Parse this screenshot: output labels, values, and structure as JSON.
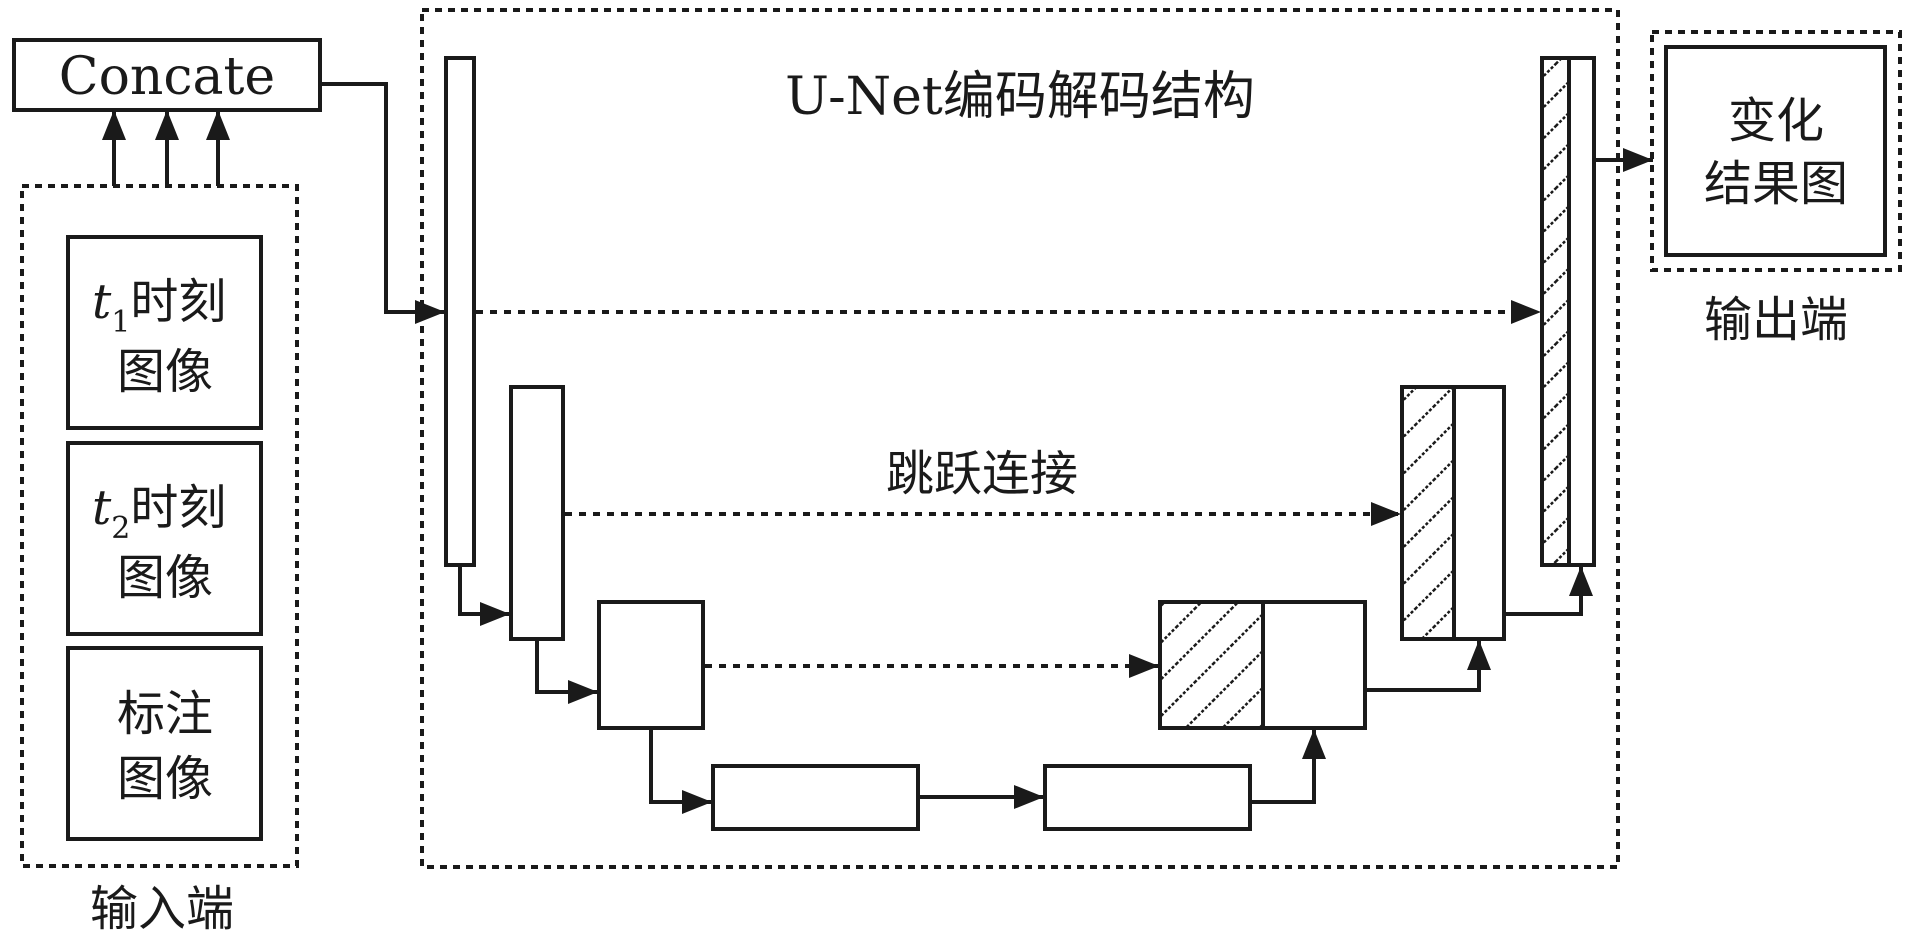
{
  "concat_label": "Concate",
  "unet_title": "U-Net编码解码结构",
  "skip_label": "跳跃连接",
  "input": {
    "section_label": "输入端",
    "image1": {
      "var": "t",
      "sub": "1",
      "line1_suffix": "时刻",
      "line2": "图像"
    },
    "image2": {
      "var": "t",
      "sub": "2",
      "line1_suffix": "时刻",
      "line2": "图像"
    },
    "label_image": {
      "line1": "标注",
      "line2": "图像"
    }
  },
  "output": {
    "section_label": "输出端",
    "result_line1": "变化",
    "result_line2": "结果图"
  }
}
